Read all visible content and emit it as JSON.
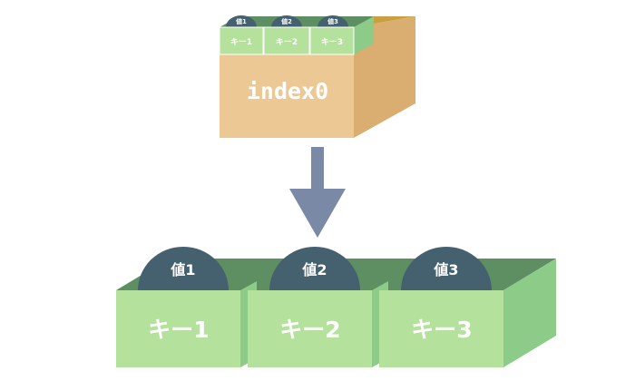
{
  "parent": {
    "label": "index0",
    "mini_keys": [
      "キー1",
      "キー2",
      "キー3"
    ],
    "mini_values": [
      "値1",
      "値2",
      "値3"
    ]
  },
  "children": [
    {
      "key": "キー1",
      "value": "値1"
    },
    {
      "key": "キー2",
      "value": "値2"
    },
    {
      "key": "キー3",
      "value": "値3"
    }
  ],
  "colors": {
    "parent_front": "#ECC894",
    "parent_side": "#D9AE70",
    "parent_top": "#C9A040",
    "green_front": "#B4E29C",
    "green_side": "#8CCB88",
    "green_top": "#5E8F62",
    "value_cap": "#45616F",
    "arrow": "#7A8AA6"
  }
}
